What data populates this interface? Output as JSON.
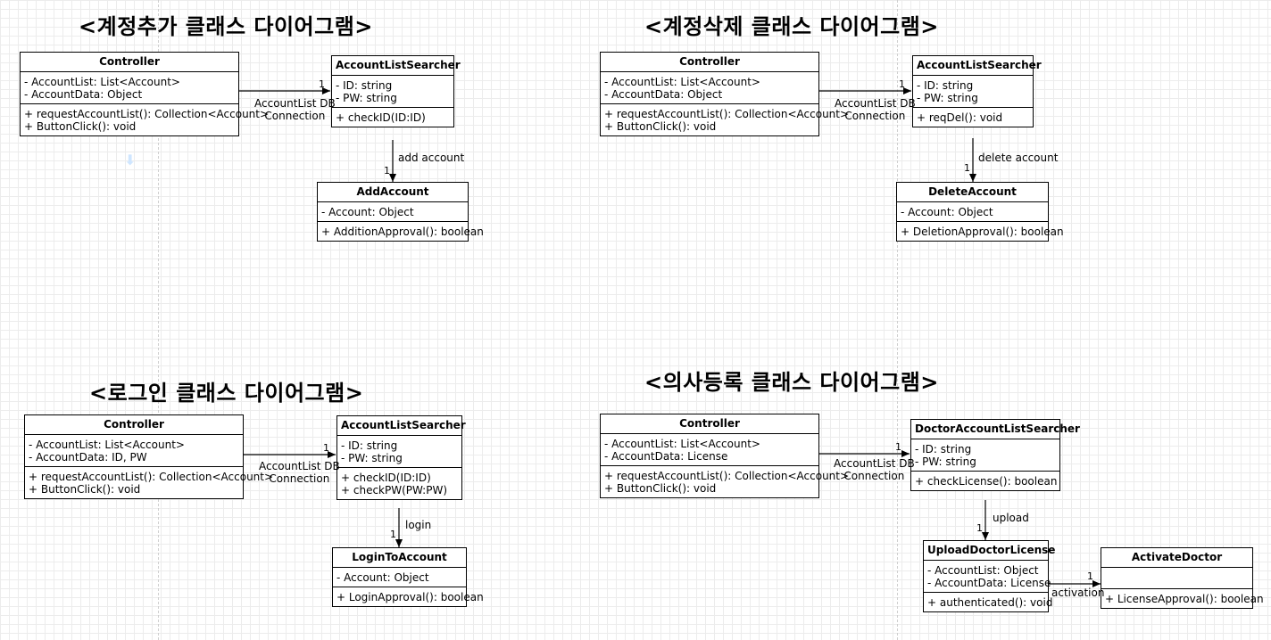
{
  "diagrams": {
    "add": {
      "title": "<계정추가 클래스 다이어그램>",
      "controller": {
        "name": "Controller",
        "attrs": [
          "- AccountList: List<Account>",
          "- AccountData: Object"
        ],
        "ops": [
          "+ requestAccountList(): Collection<Account>",
          "+ ButtonClick(): void"
        ]
      },
      "searcher": {
        "name": "AccountListSearcher",
        "attrs": [
          "- ID: string",
          "- PW: string"
        ],
        "ops": [
          "+ checkID(ID:ID)"
        ]
      },
      "target": {
        "name": "AddAccount",
        "attrs": [
          "- Account: Object"
        ],
        "ops": [
          "+ AdditionApproval(): boolean"
        ]
      },
      "conn_label": [
        "AccountList DB",
        "Connection"
      ],
      "conn_mult": "1",
      "rel_label": "add account",
      "rel_mult": "1"
    },
    "del": {
      "title": "<계정삭제 클래스 다이어그램>",
      "controller": {
        "name": "Controller",
        "attrs": [
          "- AccountList: List<Account>",
          "- AccountData: Object"
        ],
        "ops": [
          "+ requestAccountList(): Collection<Account>",
          "+ ButtonClick(): void"
        ]
      },
      "searcher": {
        "name": "AccountListSearcher",
        "attrs": [
          "- ID: string",
          "- PW: string"
        ],
        "ops": [
          "+ reqDel(): void"
        ]
      },
      "target": {
        "name": "DeleteAccount",
        "attrs": [
          "- Account: Object"
        ],
        "ops": [
          "+ DeletionApproval(): boolean"
        ]
      },
      "conn_label": [
        "AccountList DB",
        "Connection"
      ],
      "conn_mult": "1",
      "rel_label": "delete account",
      "rel_mult": "1"
    },
    "login": {
      "title": "<로그인 클래스 다이어그램>",
      "controller": {
        "name": "Controller",
        "attrs": [
          "- AccountList: List<Account>",
          "- AccountData: ID, PW"
        ],
        "ops": [
          "+ requestAccountList(): Collection<Account>",
          "+ ButtonClick(): void"
        ]
      },
      "searcher": {
        "name": "AccountListSearcher",
        "attrs": [
          "- ID: string",
          "- PW: string"
        ],
        "ops": [
          "+ checkID(ID:ID)",
          "+ checkPW(PW:PW)"
        ]
      },
      "target": {
        "name": "LoginToAccount",
        "attrs": [
          "- Account: Object"
        ],
        "ops": [
          "+ LoginApproval(): boolean"
        ]
      },
      "conn_label": [
        "AccountList DB",
        "Connection"
      ],
      "conn_mult": "1",
      "rel_label": "login",
      "rel_mult": "1"
    },
    "doctor": {
      "title": "<의사등록 클래스 다이어그램>",
      "controller": {
        "name": "Controller",
        "attrs": [
          "- AccountList: List<Account>",
          "- AccountData: License"
        ],
        "ops": [
          "+ requestAccountList(): Collection<Account>",
          "+ ButtonClick(): void"
        ]
      },
      "searcher": {
        "name": "DoctorAccountListSearcher",
        "attrs": [
          "- ID: string",
          "- PW: string"
        ],
        "ops": [
          "+ checkLicense(): boolean"
        ]
      },
      "target": {
        "name": "UploadDoctorLicense",
        "attrs": [
          "- AccountList: Object",
          "- AccountData: License"
        ],
        "ops": [
          "+ authenticated(): void"
        ]
      },
      "extra": {
        "name": "ActivateDoctor",
        "attrs": [],
        "ops": [
          "+ LicenseApproval(): boolean"
        ]
      },
      "conn_label": [
        "AccountList DB",
        "Connection"
      ],
      "conn_mult": "1",
      "rel_label": "upload",
      "rel_mult": "1",
      "act_label": "activation",
      "act_mult": "1"
    }
  }
}
